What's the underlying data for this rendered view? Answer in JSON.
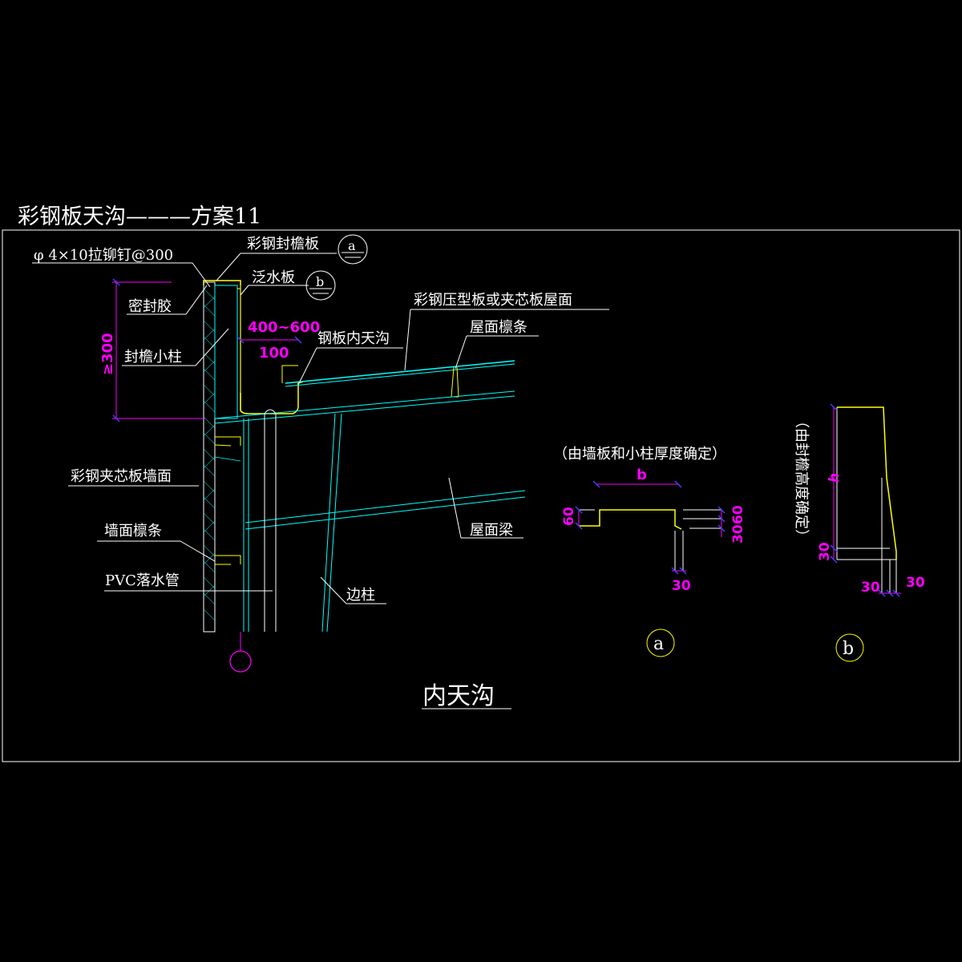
{
  "title": "彩钢板天沟———方案11",
  "caption": "内天沟",
  "colors": {
    "background": "#000000",
    "frame": "#ffffff",
    "cyan": "#00ffff",
    "yellow": "#ffff00",
    "magenta": "#ff00ff",
    "blue": "#4040ff"
  },
  "labels": {
    "rivet": "φ  4×10拉铆钉@300",
    "eave_plate": "彩钢封檐板",
    "sealant": "密封胶",
    "flashing": "泛水板",
    "eave_post": "封檐小柱",
    "roof_panel": "彩钢压型板或夹芯板屋面",
    "inner_gutter": "钢板内天沟",
    "roof_purlin": "屋面檩条",
    "wall_panel": "彩钢夹芯板墙面",
    "wall_purlin": "墙面檩条",
    "pvc_pipe": "PVC落水管",
    "side_column": "边柱",
    "roof_beam": "屋面梁"
  },
  "markers": {
    "a": "a",
    "b": "b"
  },
  "dims": {
    "min_height": "≥300",
    "width_range": "400~600",
    "depth": "100",
    "b_width": "b",
    "a_left": "60",
    "a_right_1": "30",
    "a_right_2": "60",
    "a_bottom": "30",
    "b_height": "h",
    "b_base": "30",
    "b_bottom_1": "30",
    "b_bottom_2": "30"
  },
  "notes": {
    "a_note": "（由墙板和小柱厚度确定）",
    "b_note": "（由封檐高度确定）"
  }
}
